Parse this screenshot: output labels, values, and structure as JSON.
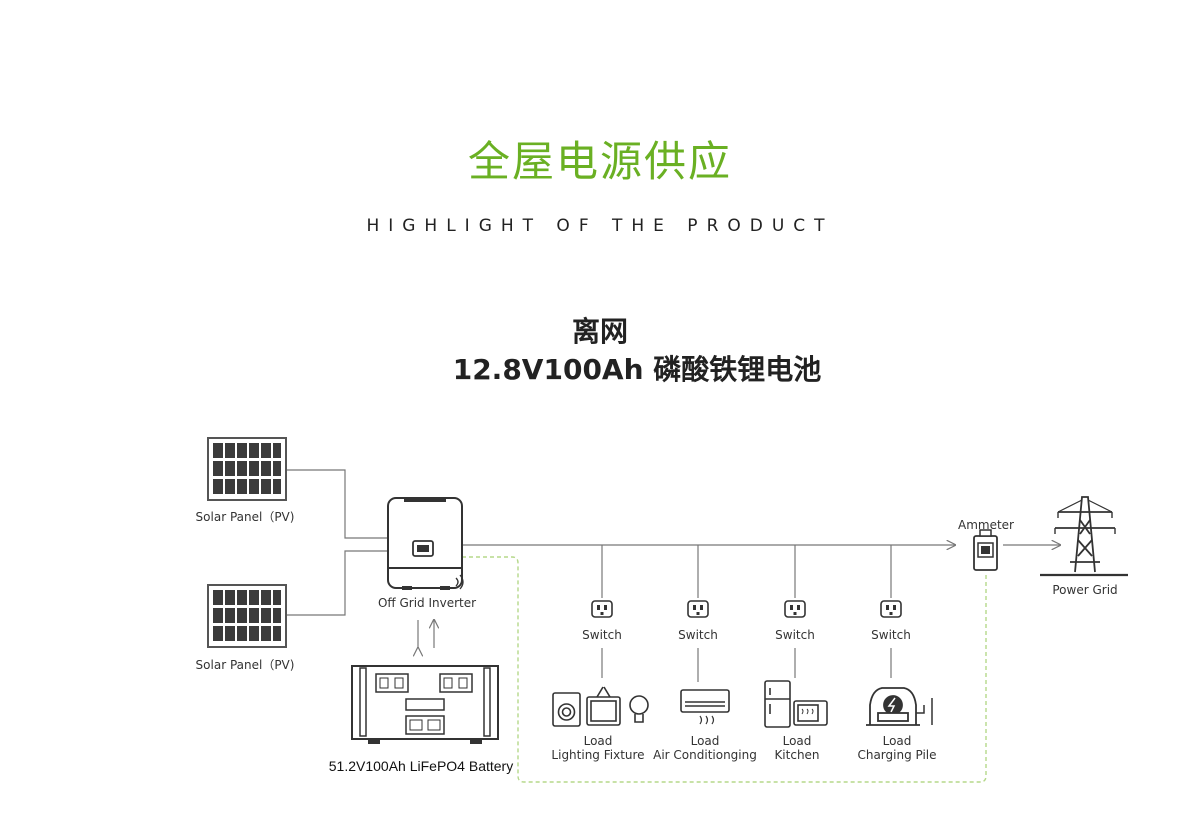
{
  "header": {
    "title": "全屋电源供应",
    "subtitle": "HIGHLIGHT OF THE PRODUCT"
  },
  "section": {
    "line1": "离网",
    "line2": "12.8V100Ah 磷酸铁锂电池"
  },
  "diagram": {
    "solar_panel_label": "Solar Panel（PV)",
    "inverter_label": "Off Grid Inverter",
    "battery_label": "51.2V100Ah LiFePO4 Battery",
    "ammeter_label": "Ammeter",
    "grid_label": "Power Grid",
    "switch_label": "Switch",
    "loads": [
      {
        "line1": "Load",
        "line2": "Lighting Fixture"
      },
      {
        "line1": "Load",
        "line2": "Air Conditionging"
      },
      {
        "line1": "Load",
        "line2": "Kitchen"
      },
      {
        "line1": "Load",
        "line2": "Charging Pile"
      }
    ],
    "colors": {
      "accent": "#6ab023",
      "line": "#777777",
      "dashed": "#b5d88a",
      "icon": "#3a3a3a"
    }
  }
}
